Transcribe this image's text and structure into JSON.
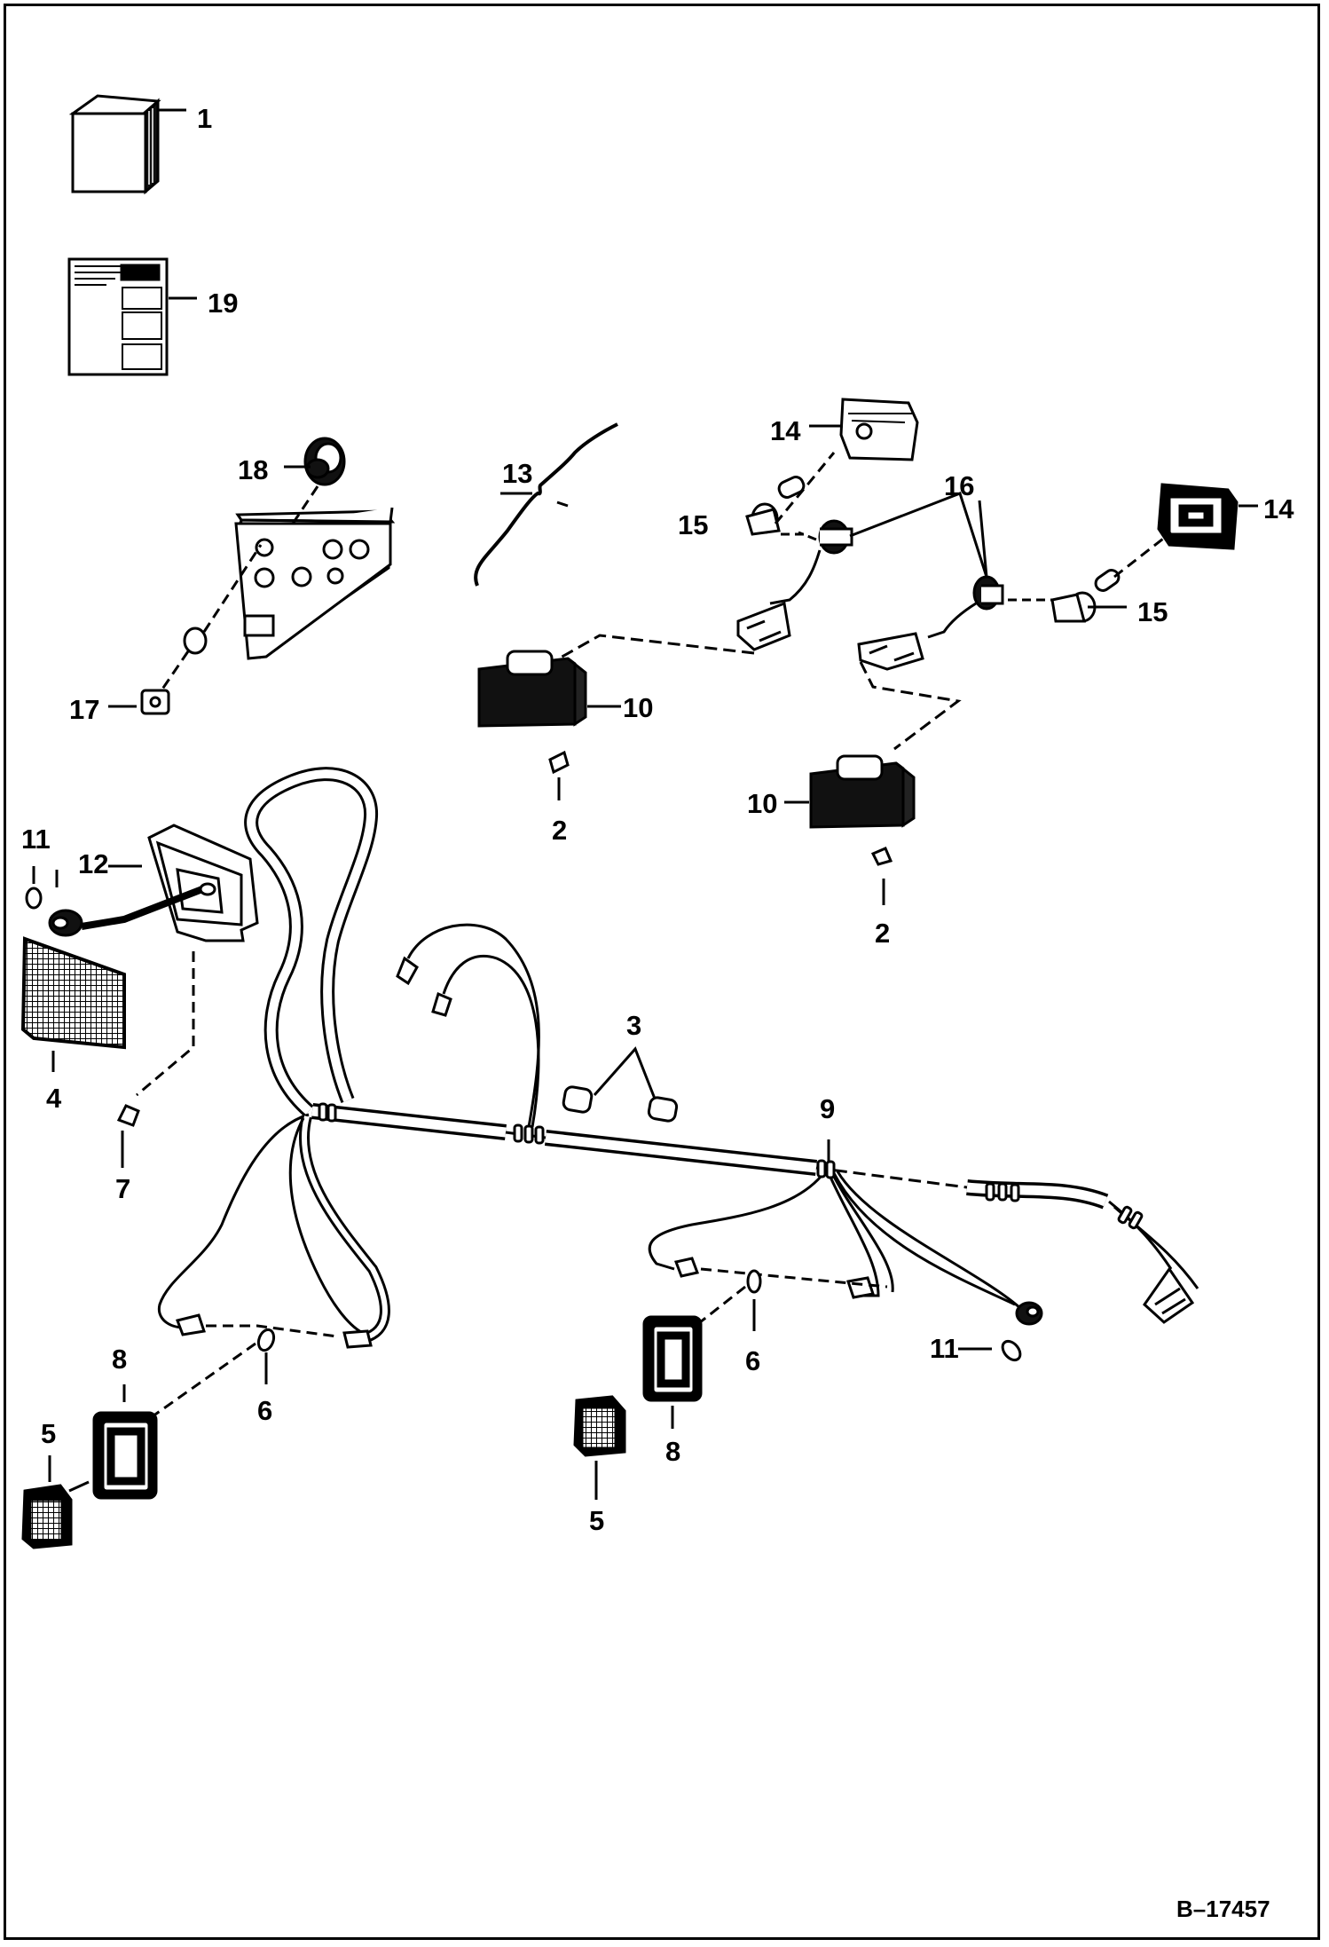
{
  "colors": {
    "ink": "#000000",
    "paper": "#ffffff"
  },
  "drawing_number": "B–17457",
  "callouts": {
    "c1": "1",
    "c19": "19",
    "c18": "18",
    "c17": "17",
    "c13": "13",
    "c14a": "14",
    "c14b": "14",
    "c15a": "15",
    "c15b": "15",
    "c16": "16",
    "c10a": "10",
    "c10b": "10",
    "c2a": "2",
    "c2b": "2",
    "c11a": "11",
    "c11b": "11",
    "c12": "12",
    "c4": "4",
    "c7": "7",
    "c3": "3",
    "c9": "9",
    "c8a": "8",
    "c8b": "8",
    "c5a": "5",
    "c5b": "5",
    "c6a": "6",
    "c6b": "6"
  }
}
